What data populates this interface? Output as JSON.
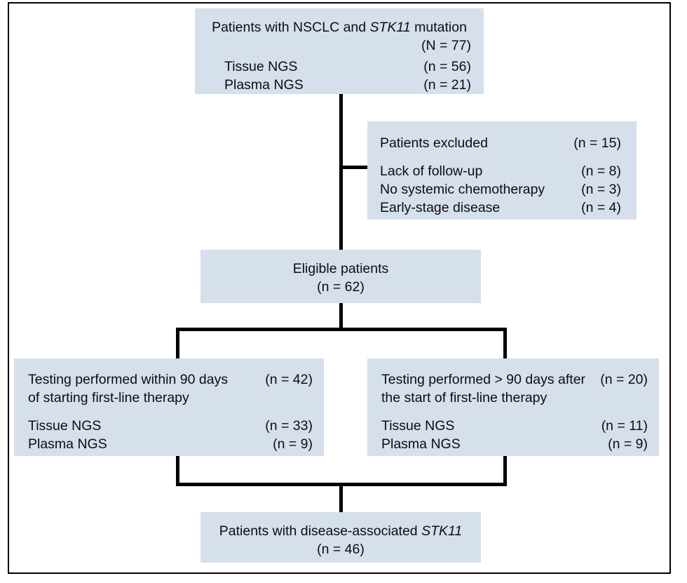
{
  "figure": {
    "type": "flow-diagram",
    "title": "CONSORT-style patient selection flow diagram",
    "colors": {
      "box_fill": "#d6dfec",
      "line": "#000000",
      "text": "#0d0d14",
      "background": "#ffffff"
    }
  },
  "nodes": {
    "enrollment": {
      "id": "enrollment-box",
      "heading": "Patients with NSCLC and ",
      "heading_gene": "STK11",
      "heading_tail": " mutation",
      "total_label": "(N = 77)",
      "rows": [
        {
          "label": "Tissue NGS",
          "count": "(n = 56)"
        },
        {
          "label": "Plasma NGS",
          "count": "(n = 21)"
        }
      ]
    },
    "excluded": {
      "id": "excluded-box",
      "heading": "Patients  excluded",
      "heading_count": "(n = 15)",
      "rows": [
        {
          "label": "Lack of follow-up",
          "count": "(n = 8)"
        },
        {
          "label": "No systemic chemotherapy",
          "count": "(n = 3)"
        },
        {
          "label": "Early-stage disease",
          "count": "(n = 4)"
        }
      ]
    },
    "eligible": {
      "id": "eligible-box",
      "line1": "Eligible patients",
      "line2": "(n = 62)"
    },
    "early_testing": {
      "id": "early-testing-box",
      "heading_line1": "Testing performed within 90 days",
      "heading_line2": "of starting first-line therapy",
      "heading_count": "(n = 42)",
      "rows": [
        {
          "label": "Tissue NGS",
          "count": "(n = 33)"
        },
        {
          "label": "Plasma NGS",
          "count": "(n =  9)"
        }
      ]
    },
    "late_testing": {
      "id": "late-testing-box",
      "heading_line1": "Testing performed > 90 days after",
      "heading_line2": "the start of first-line therapy",
      "heading_count": "(n = 20)",
      "rows": [
        {
          "label": "Tissue NGS",
          "count": "(n = 11)"
        },
        {
          "label": "Plasma NGS",
          "count": "(n = 9)"
        }
      ]
    },
    "final": {
      "id": "final-cohort-box",
      "line1_head": "Patients with disease-associated ",
      "line1_gene": "STK11",
      "line2": "(n = 46)"
    }
  }
}
